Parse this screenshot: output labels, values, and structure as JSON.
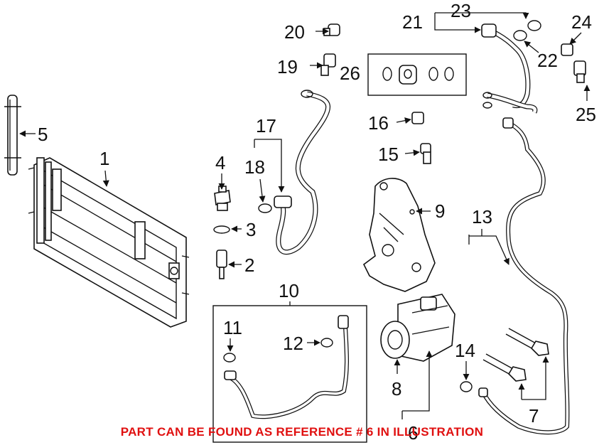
{
  "callouts": {
    "c1": "1",
    "c2": "2",
    "c3": "3",
    "c4": "4",
    "c5": "5",
    "c6": "6",
    "c7": "7",
    "c8": "8",
    "c9": "9",
    "c10": "10",
    "c11": "11",
    "c12": "12",
    "c13": "13",
    "c14": "14",
    "c15": "15",
    "c16": "16",
    "c17": "17",
    "c18": "18",
    "c19": "19",
    "c20": "20",
    "c21": "21",
    "c22": "22",
    "c23": "23",
    "c24": "24",
    "c25": "25",
    "c26": "26"
  },
  "footer": {
    "note": "PART CAN BE FOUND AS REFERENCE # 6 IN ILLUSTRATION",
    "color": "#e01010"
  }
}
